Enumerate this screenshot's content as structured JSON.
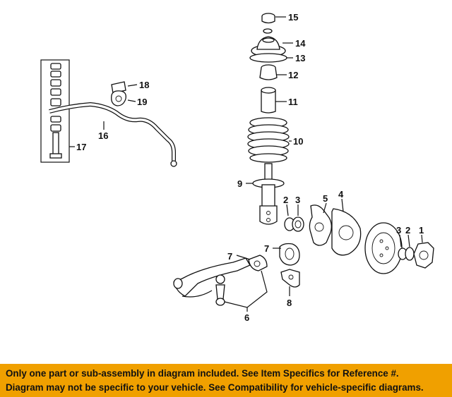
{
  "callouts": [
    {
      "id": "15",
      "text": "15"
    },
    {
      "id": "14",
      "text": "14"
    },
    {
      "id": "13",
      "text": "13"
    },
    {
      "id": "12",
      "text": "12"
    },
    {
      "id": "11",
      "text": "11"
    },
    {
      "id": "10",
      "text": "10"
    },
    {
      "id": "9",
      "text": "9"
    },
    {
      "id": "18",
      "text": "18"
    },
    {
      "id": "19",
      "text": "19"
    },
    {
      "id": "16",
      "text": "16"
    },
    {
      "id": "17",
      "text": "17"
    },
    {
      "id": "2a",
      "text": "2"
    },
    {
      "id": "3a",
      "text": "3"
    },
    {
      "id": "5",
      "text": "5"
    },
    {
      "id": "4",
      "text": "4"
    },
    {
      "id": "3b",
      "text": "3"
    },
    {
      "id": "2b",
      "text": "2"
    },
    {
      "id": "1",
      "text": "1"
    },
    {
      "id": "7a",
      "text": "7"
    },
    {
      "id": "7b",
      "text": "7"
    },
    {
      "id": "8",
      "text": "8"
    },
    {
      "id": "6",
      "text": "6"
    }
  ],
  "notice": {
    "line1": "Only one part or sub-assembly in diagram included. See Item Specifics for Reference #.",
    "line2": "Diagram may not be specific to your vehicle. See Compatibility for vehicle-specific diagrams."
  },
  "colors": {
    "banner_background": "#f0a000",
    "line": "#111111",
    "background": "#ffffff"
  }
}
